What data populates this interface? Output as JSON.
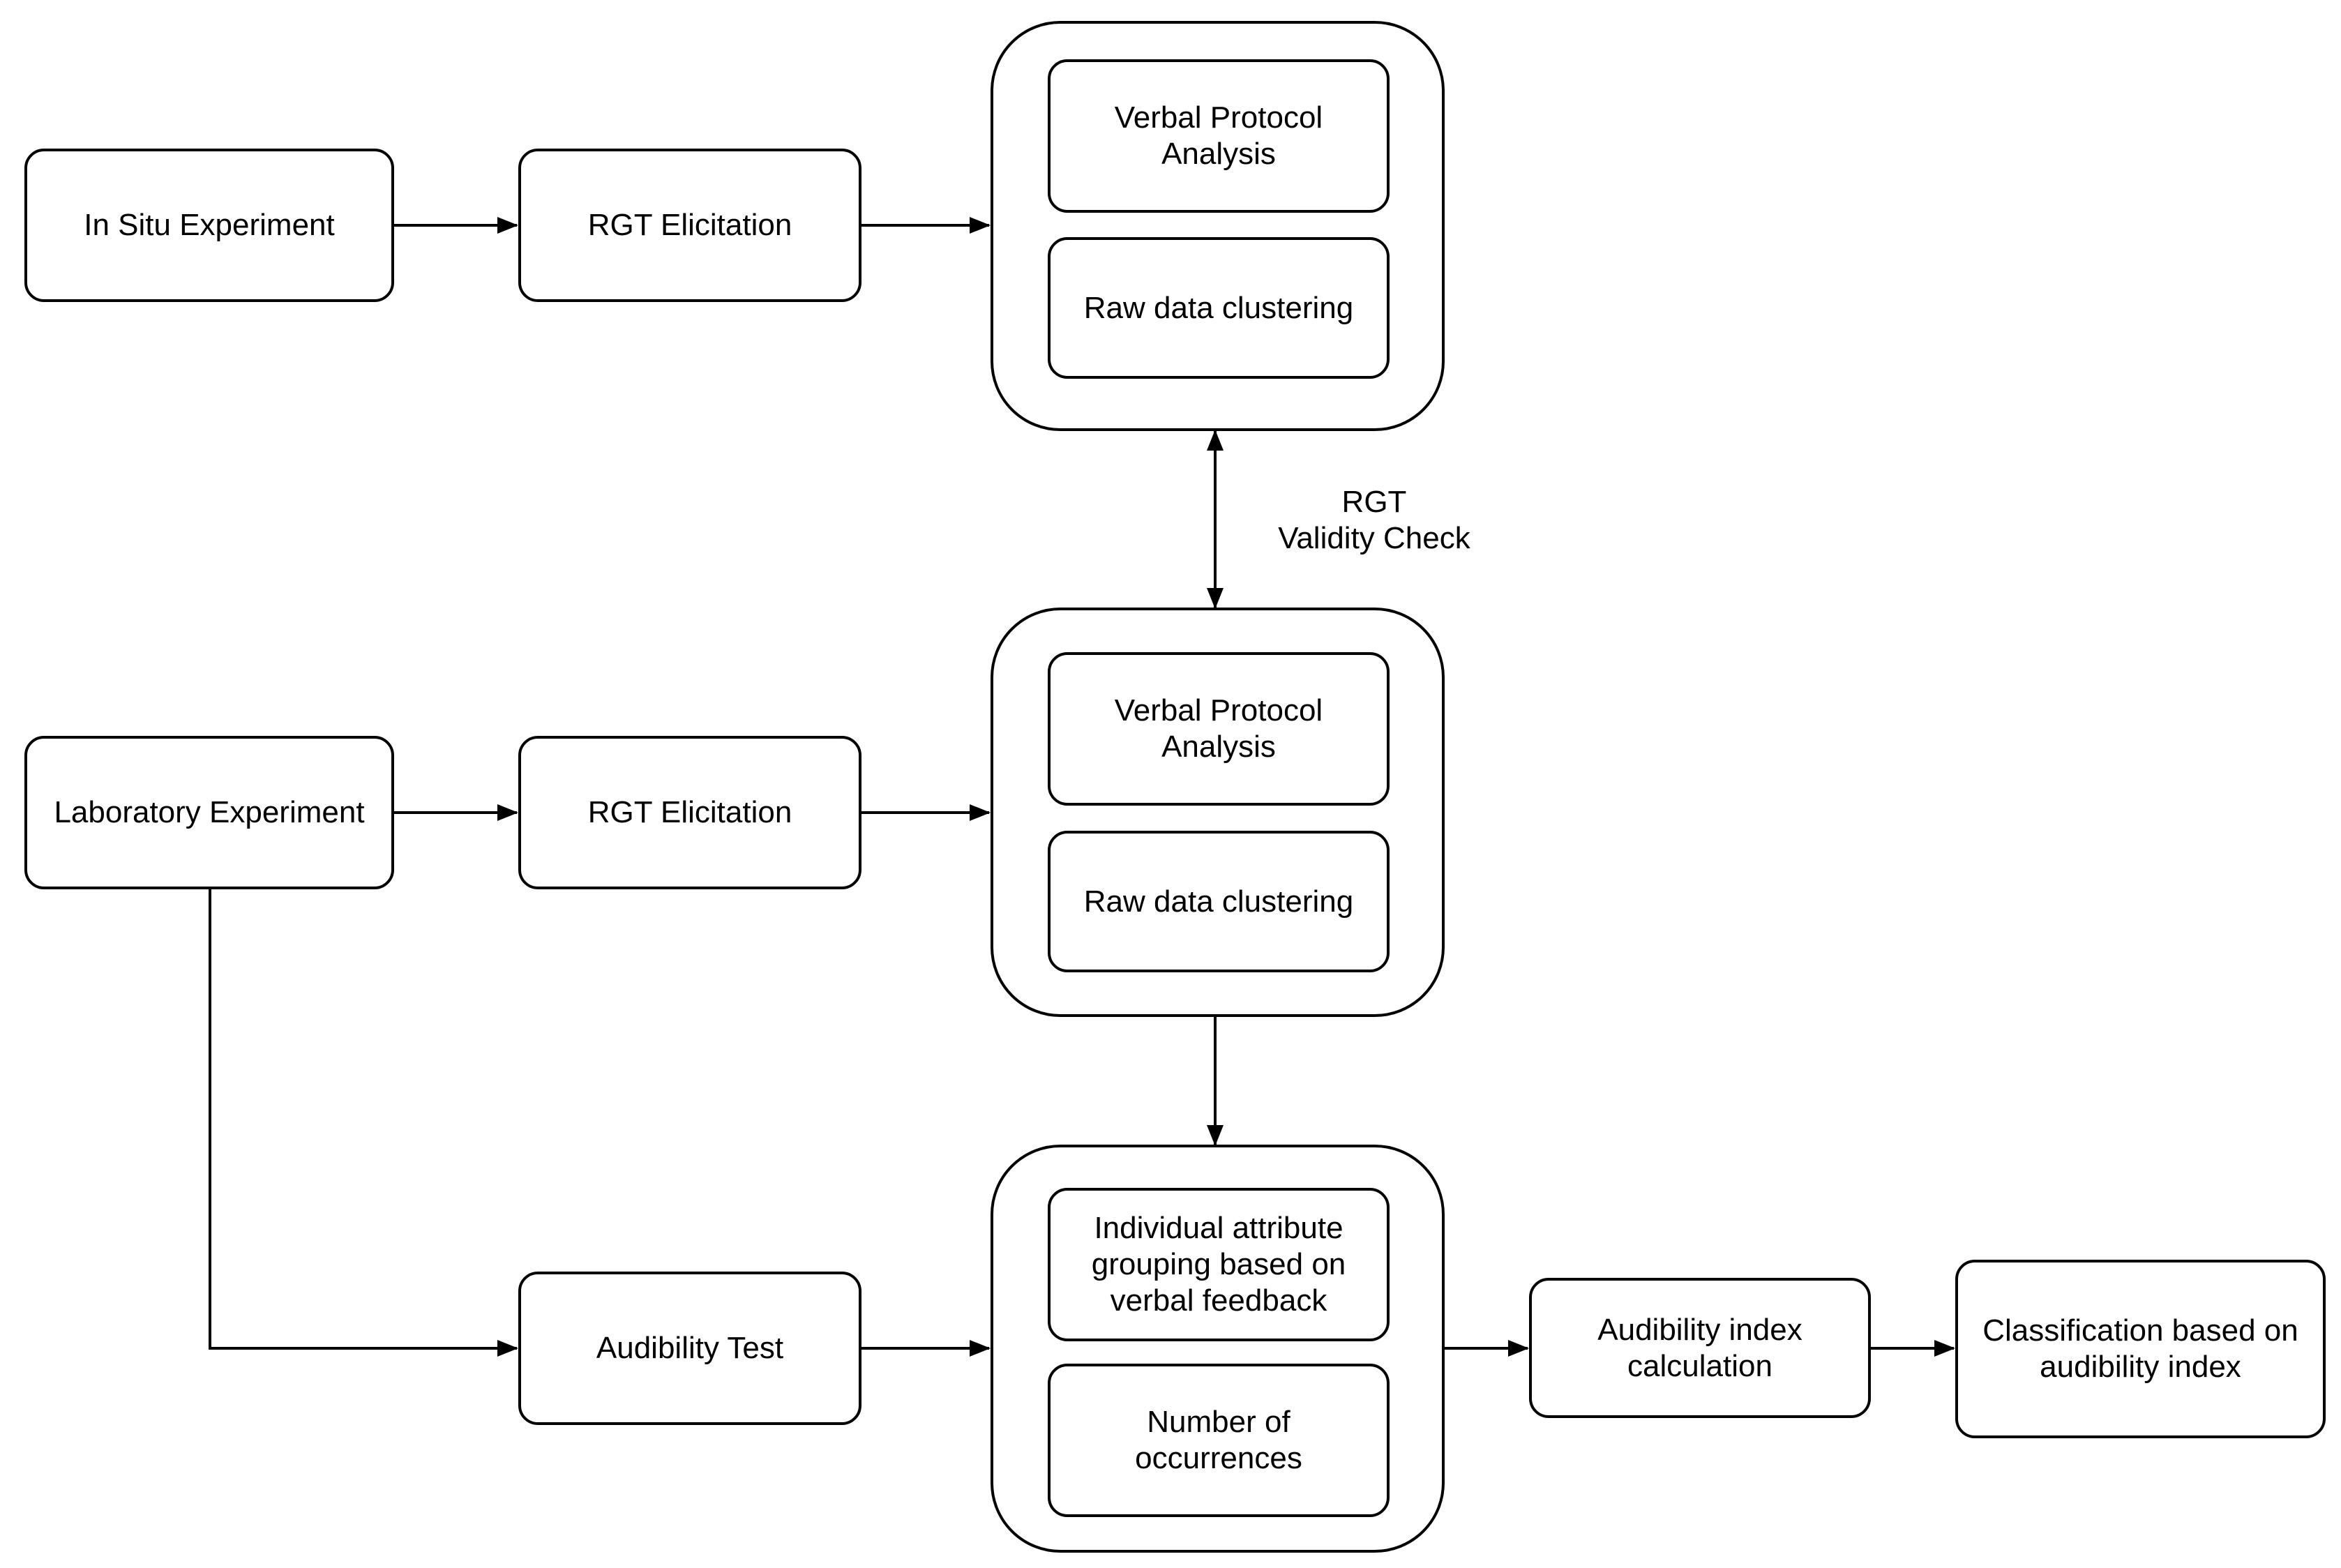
{
  "nodes": {
    "in_situ": "In Situ Experiment",
    "rgt1": "RGT Elicitation",
    "vpa1": "Verbal Protocol\nAnalysis",
    "rdc1": "Raw data clustering",
    "lab": "Laboratory Experiment",
    "rgt2": "RGT Elicitation",
    "vpa2": "Verbal Protocol\nAnalysis",
    "rdc2": "Raw data clustering",
    "audibility_test": "Audibility Test",
    "grouping": "Individual attribute\ngrouping based on\nverbal feedback",
    "occurrences": "Number of\noccurrences",
    "index_calc": "Audibility index\ncalculation",
    "classification": "Classification based on\naudibility index"
  },
  "edge_labels": {
    "validity": "RGT\nValidity Check"
  }
}
